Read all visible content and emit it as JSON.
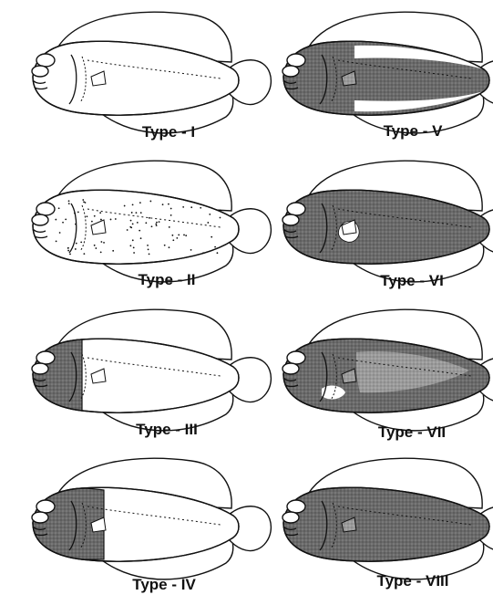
{
  "figure": {
    "panels": [
      {
        "label": "Type - I",
        "pattern": "outline only, no pigment"
      },
      {
        "label": "Type - II",
        "pattern": "scattered speckles on body"
      },
      {
        "label": "Type - III",
        "pattern": "head pigmented"
      },
      {
        "label": "Type - IV",
        "pattern": "head and operculum pigmented"
      },
      {
        "label": "Type - V",
        "pattern": "body pigmented, pale edges"
      },
      {
        "label": "Type - VI",
        "pattern": "body pigmented, white patch at pectoral"
      },
      {
        "label": "Type - VII",
        "pattern": "body pigmented, pale mid-body patch"
      },
      {
        "label": "Type - VIII",
        "pattern": "fully pigmented"
      }
    ],
    "colors": {
      "ink": "#111111",
      "pigment": "#5a5a5a",
      "pigment_light": "#9a9a9a",
      "paper": "#ffffff"
    }
  }
}
